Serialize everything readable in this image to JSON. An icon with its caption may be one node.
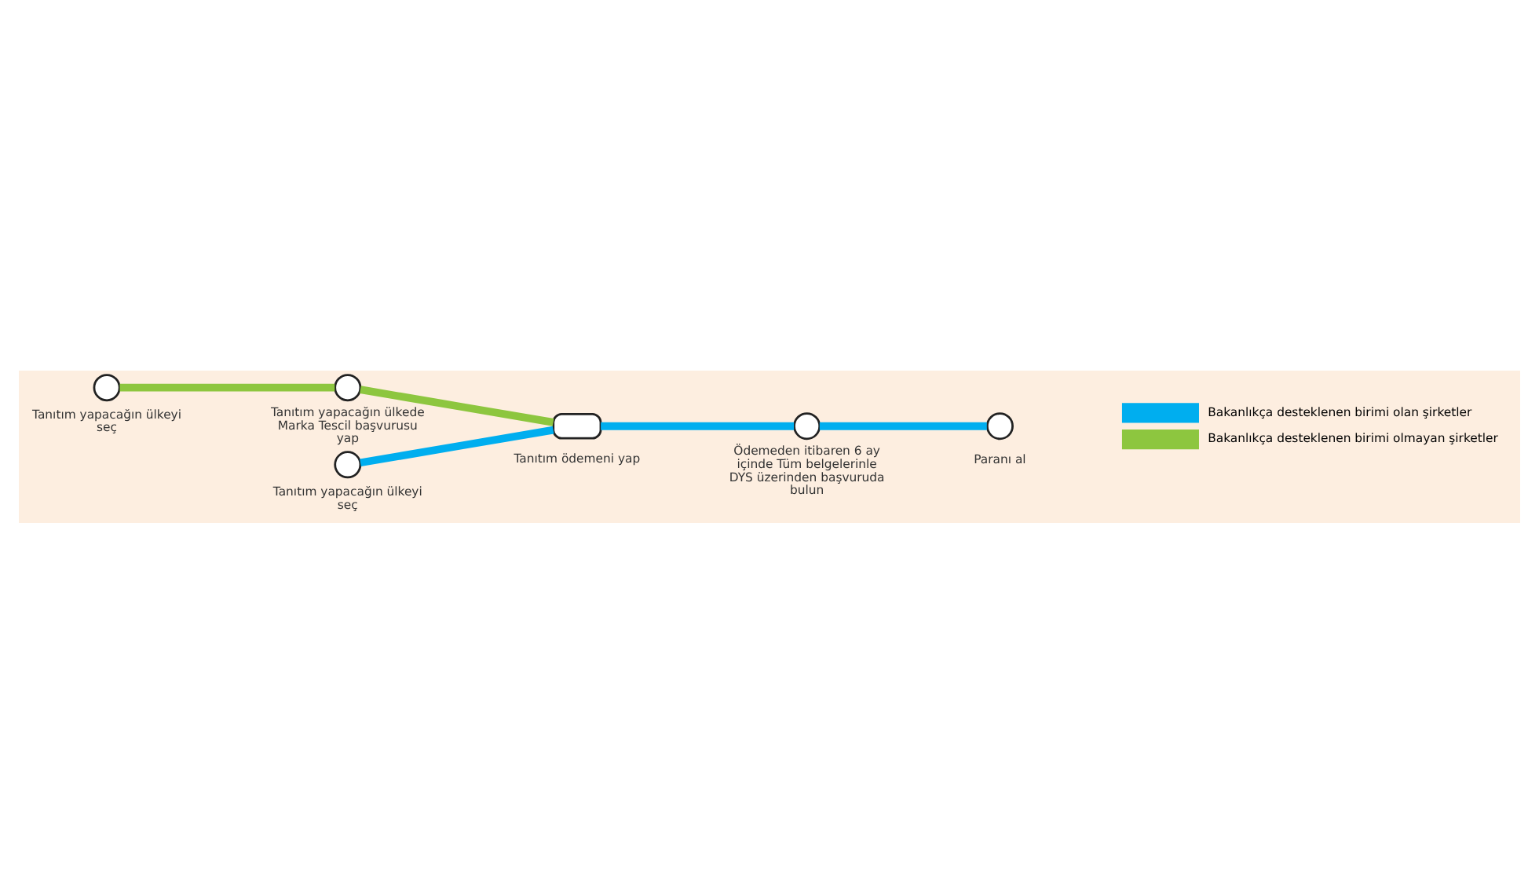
{
  "diagram": {
    "nodes": [
      {
        "text": [],
        "shape": "circle",
        "beside": [
          "Tanıtım yapacağın ülkeyi seç"
        ]
      },
      {
        "text": [],
        "shape": "circle",
        "beside": [
          "Tanıtım yapacağın ülkede Marka Tescil başvurusu yap"
        ]
      },
      {
        "text": [],
        "shape": "circle",
        "beside": [
          "Tanıtım yapacağın ülkeyi seç"
        ]
      },
      {
        "text": [],
        "shape": "box",
        "beside": [
          "Tanıtım ödemeni yap"
        ]
      },
      {
        "text": [],
        "shape": "circle",
        "beside": [
          "Ödemeden itibaren 6 ay içinde Tüm belgelerinle DYS üzerinden başvuruda bulun"
        ]
      },
      {
        "text": [],
        "shape": "circle",
        "beside": [
          "Paranı al"
        ]
      }
    ],
    "edges": [
      {
        "from": 0,
        "to": 1,
        "arrow": "none",
        "color": "#8dc63f"
      },
      {
        "from": 1,
        "to": 3,
        "arrow": "none",
        "color": "#8dc63f"
      },
      {
        "from": 2,
        "to": 3,
        "arrow": "none"
      },
      {
        "from": 3,
        "to": 4,
        "arrow": "none"
      },
      {
        "from": 4,
        "to": 5,
        "arrow": "none"
      }
    ],
    "legend": [
      {
        "text": "Bakanlıkça desteklenen birimi olan şirketler",
        "color": "#00aeef"
      },
      {
        "text": "Bakanlıkça desteklenen birimi olmayan şirketler",
        "color": "#8dc63f"
      }
    ]
  }
}
